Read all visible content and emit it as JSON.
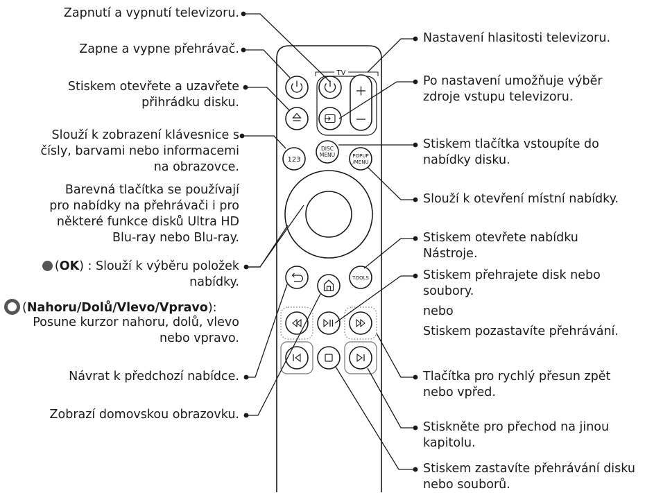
{
  "remote": {
    "tv_label": "TV",
    "btn_123": "123",
    "btn_disc_menu_1": "DISC",
    "btn_disc_menu_2": "MENU",
    "btn_popup_1": "POPUP",
    "btn_popup_2": "/MENU",
    "btn_tools": "TOOLS"
  },
  "left_labels": {
    "tv_power": "Zapnutí a vypnutí televizoru.",
    "player_power": "Zapne a vypne přehrávač.",
    "eject_1": "Stiskem otevřete a uzavřete",
    "eject_2": "přihrádku disku.",
    "keypad_1": "Slouží k zobrazení klávesnice s",
    "keypad_2": "čísly, barvami nebo informacemi",
    "keypad_3": "na obrazovce.",
    "color_1": "Barevná tlačítka se používají",
    "color_2": "pro nabídky na přehrávači i pro",
    "color_3": "některé funkce disků Ultra HD",
    "color_4": "Blu-ray nebo Blu-ray.",
    "ok_pre": "(",
    "ok_bold": "OK",
    "ok_post": ") : Slouží k výběru položek",
    "ok_2": "nabídky.",
    "nav_pre": "(",
    "nav_bold": "Nahoru/Dolů/Vlevo/Vpravo",
    "nav_post": "):",
    "nav_2": "Posune kurzor nahoru, dolů, vlevo",
    "nav_3": "nebo vpravo.",
    "back": "Návrat k předchozí nabídce.",
    "home": "Zobrazí domovskou obrazovku."
  },
  "right_labels": {
    "volume": "Nastavení hlasitosti televizoru.",
    "source_1": "Po nastavení umožňuje výběr",
    "source_2": "zdroje vstupu televizoru.",
    "disc_menu_1": "Stiskem tlačítka vstoupíte do",
    "disc_menu_2": "nabídky disku.",
    "popup": "Slouží k otevření místní nabídky.",
    "tools_1": "Stiskem otevřete nabídku",
    "tools_2": "Nástroje.",
    "play_1": "Stiskem přehrajete disk nebo",
    "play_2": "soubory.",
    "play_3": "nebo",
    "play_4": "Stiskem pozastavíte přehrávání.",
    "ff_1": "Tlačítka pro rychlý přesun zpět",
    "ff_2": "nebo vpřed.",
    "skip_1": "Stiskněte pro přechod na jinou",
    "skip_2": "kapitolu.",
    "stop_1": "Stiskem zastavíte přehrávání disku",
    "stop_2": "nebo souborů."
  },
  "colors": {
    "line": "#1a1a1a",
    "ok_dot": "#555555",
    "group_box": "#888888"
  }
}
